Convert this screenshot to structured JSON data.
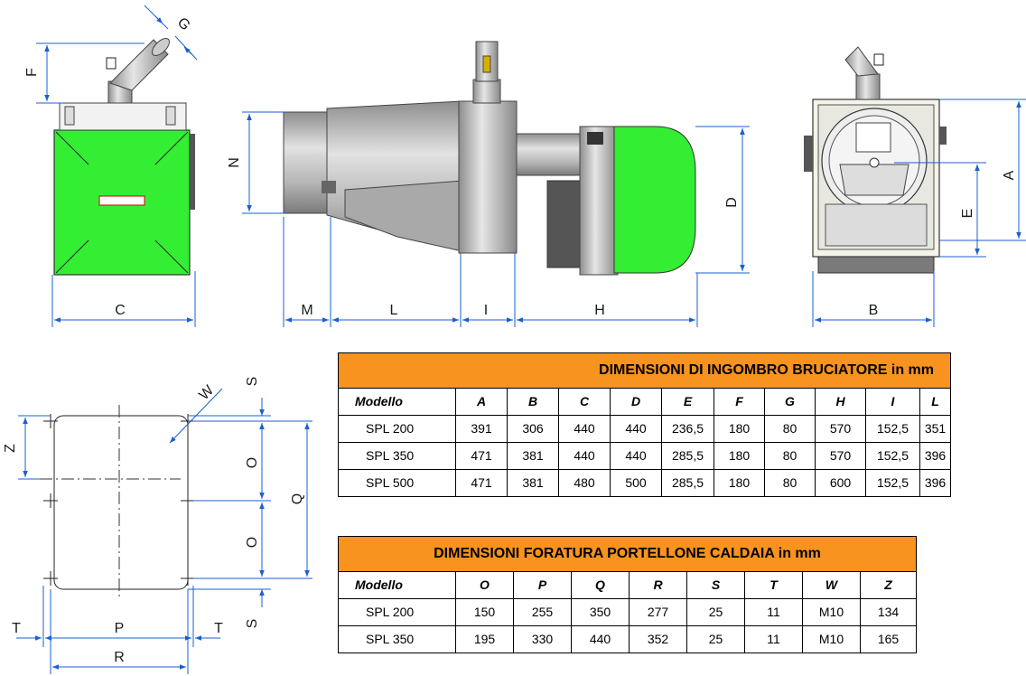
{
  "views": {
    "side": {
      "label_c": "C",
      "label_f": "F",
      "label_g": "G"
    },
    "profile": {
      "label_n": "N",
      "label_d": "D",
      "label_m": "M",
      "label_l": "L",
      "label_i": "I",
      "label_h": "H"
    },
    "rear": {
      "label_a": "A",
      "label_e": "E",
      "label_b": "B"
    },
    "drilling": {
      "label_s_top": "S",
      "label_s_bottom": "S",
      "label_w": "W",
      "label_z": "Z",
      "label_o_top": "O",
      "label_o_bottom": "O",
      "label_q": "Q",
      "label_t_left": "T",
      "label_t_right": "T",
      "label_p": "P",
      "label_r": "R"
    }
  },
  "colors": {
    "accent_green": "#33ee33",
    "header_orange": "#f7931e",
    "steel": "#b8b8b8"
  },
  "table_overall": {
    "title": "DIMENSIONI DI INGOMBRO BRUCIATORE in mm",
    "columns": [
      "Modello",
      "A",
      "B",
      "C",
      "D",
      "E",
      "F",
      "G",
      "H",
      "I",
      "L"
    ],
    "rows": [
      [
        "SPL 200",
        "391",
        "306",
        "440",
        "440",
        "236,5",
        "180",
        "80",
        "570",
        "152,5",
        "351"
      ],
      [
        "SPL 350",
        "471",
        "381",
        "440",
        "440",
        "285,5",
        "180",
        "80",
        "570",
        "152,5",
        "396"
      ],
      [
        "SPL 500",
        "471",
        "381",
        "480",
        "500",
        "285,5",
        "180",
        "80",
        "600",
        "152,5",
        "396"
      ]
    ]
  },
  "table_drilling": {
    "title": "DIMENSIONI FORATURA PORTELLONE CALDAIA in mm",
    "columns": [
      "Modello",
      "O",
      "P",
      "Q",
      "R",
      "S",
      "T",
      "W",
      "Z"
    ],
    "rows": [
      [
        "SPL 200",
        "150",
        "255",
        "350",
        "277",
        "25",
        "11",
        "M10",
        "134"
      ],
      [
        "SPL 350",
        "195",
        "330",
        "440",
        "352",
        "25",
        "11",
        "M10",
        "165"
      ]
    ]
  }
}
